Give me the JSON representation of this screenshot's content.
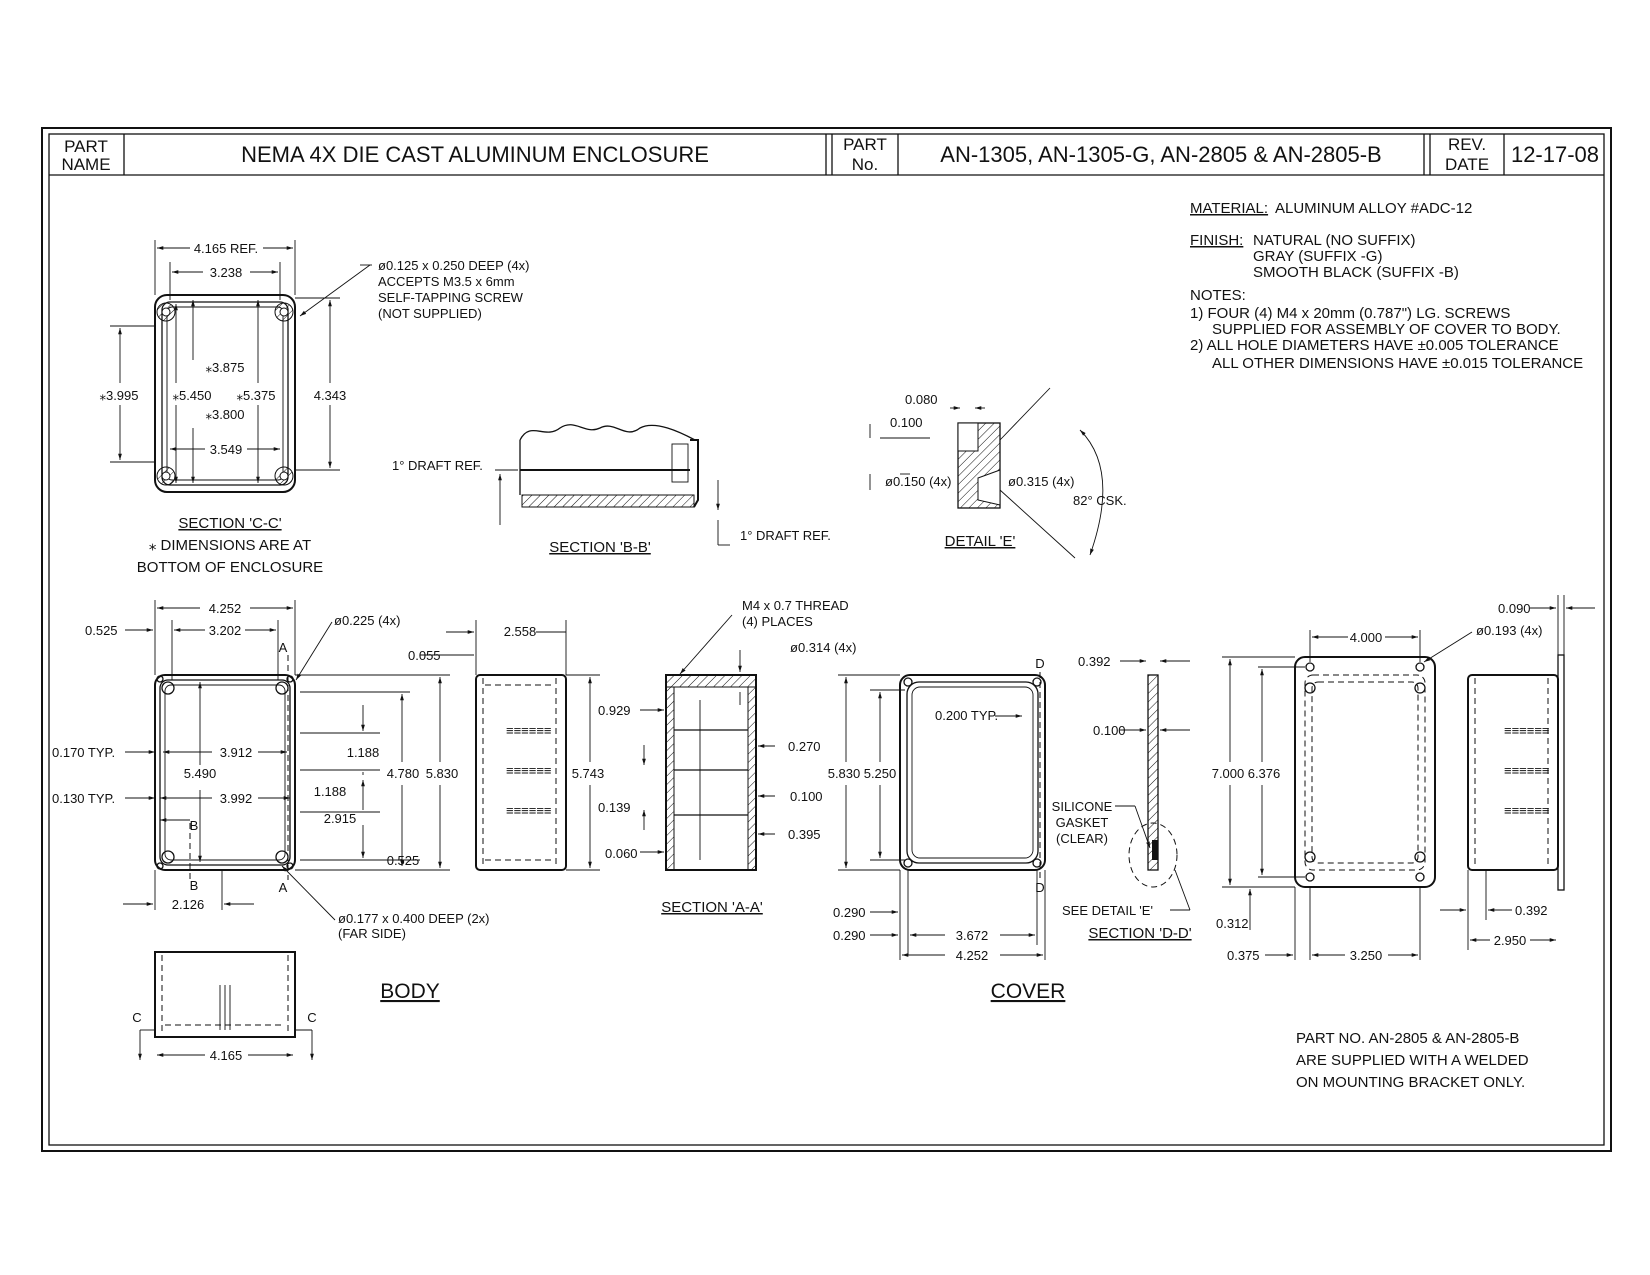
{
  "title_block": {
    "part_name_label": "PART NAME",
    "part_name": "NEMA 4X DIE CAST ALUMINUM ENCLOSURE",
    "part_no_label": "PART No.",
    "part_no": "AN-1305, AN-1305-G, AN-2805 & AN-2805-B",
    "rev_date_label": "REV. DATE",
    "rev_date": "12-17-08"
  },
  "notes": {
    "material_label": "MATERIAL:",
    "material": "ALUMINUM ALLOY #ADC-12",
    "finish_label": "FINISH:",
    "finish_1": "NATURAL (NO SUFFIX)",
    "finish_2": "GRAY (SUFFIX -G)",
    "finish_3": "SMOOTH BLACK (SUFFIX -B)",
    "notes_label": "NOTES:",
    "note_1a": "1) FOUR (4) M4 x 20mm (0.787\") LG. SCREWS",
    "note_1b": "SUPPLIED FOR ASSEMBLY OF COVER TO BODY.",
    "note_2a": "2) ALL HOLE DIAMETERS HAVE ±0.005 TOLERANCE",
    "note_2b": "ALL OTHER DIMENSIONS HAVE ±0.015 TOLERANCE",
    "bracket_1": "PART NO. AN-2805 & AN-2805-B",
    "bracket_2": "ARE SUPPLIED WITH A WELDED",
    "bracket_3": "ON MOUNTING BRACKET ONLY."
  },
  "section_cc": {
    "d_4165_ref": "4.165 REF.",
    "d_3238": "3.238",
    "d_3995": "⁎3.995",
    "d_5450": "⁎5.450",
    "d_3875": "⁎3.875",
    "d_5375": "⁎5.375",
    "d_3800": "⁎3.800",
    "d_3549": "3.549",
    "d_4343": "4.343",
    "hole_1": "ø0.125 x 0.250 DEEP (4x)",
    "hole_2": "ACCEPTS M3.5 x 6mm",
    "hole_3": "SELF-TAPPING SCREW",
    "hole_4": "(NOT SUPPLIED)",
    "title": "SECTION 'C-C'",
    "note_1": "⁎ DIMENSIONS ARE AT",
    "note_2": "BOTTOM OF ENCLOSURE"
  },
  "section_bb": {
    "draft_1": "1° DRAFT REF.",
    "draft_2": "1° DRAFT REF.",
    "title": "SECTION 'B-B'"
  },
  "detail_e": {
    "d_0080": "0.080",
    "d_0100": "0.100",
    "d_0150": "ø0.150 (4x)",
    "d_0315": "ø0.315 (4x)",
    "csk": "82° CSK.",
    "title": "DETAIL 'E'"
  },
  "body": {
    "d_4252": "4.252",
    "d_3202": "3.202",
    "d_0525_top": "0.525",
    "hole_0225": "ø0.225 (4x)",
    "a_label": "A",
    "b_label": "B",
    "c_label": "C",
    "d_0170": "0.170 TYP.",
    "d_0130": "0.130 TYP.",
    "d_3912": "3.912",
    "d_5490": "5.490",
    "d_3992": "3.992",
    "d_1188a": "1.188",
    "d_1188b": "1.188",
    "d_2915": "2.915",
    "d_4780": "4.780",
    "d_5830": "5.830",
    "d_0525": "0.525",
    "d_2126": "2.126",
    "hole_0177_1": "ø0.177 x 0.400 DEEP (2x)",
    "hole_0177_2": "(FAR SIDE)",
    "d_0055": "0.055",
    "d_2558": "2.558",
    "d_5743": "5.743",
    "d_4165": "4.165",
    "title": "BODY"
  },
  "section_aa": {
    "thread_1": "M4 x 0.7 THREAD",
    "thread_2": "(4) PLACES",
    "d_0314": "ø0.314 (4x)",
    "d_0929": "0.929",
    "d_0270": "0.270",
    "d_0139": "0.139",
    "d_0100": "0.100",
    "d_0060": "0.060",
    "d_0395": "0.395",
    "title": "SECTION 'A-A'"
  },
  "cover": {
    "d_label": "D",
    "d_0200": "0.200 TYP.",
    "d_5830": "5.830",
    "d_5250": "5.250",
    "d_0290a": "0.290",
    "d_0290b": "0.290",
    "d_3672": "3.672",
    "d_4252": "4.252",
    "d_0392": "0.392",
    "d_0100": "0.100",
    "gasket_1": "SILICONE",
    "gasket_2": "GASKET",
    "gasket_3": "(CLEAR)",
    "see_detail": "SEE DETAIL 'E'",
    "section_title": "SECTION 'D-D'",
    "title": "COVER"
  },
  "bracket": {
    "d_4000": "4.000",
    "hole_0193": "ø0.193 (4x)",
    "d_0090": "0.090",
    "d_7000": "7.000",
    "d_6376": "6.376",
    "d_0312": "0.312",
    "d_0375": "0.375",
    "d_3250": "3.250",
    "d_0392": "0.392",
    "d_2950": "2.950"
  }
}
